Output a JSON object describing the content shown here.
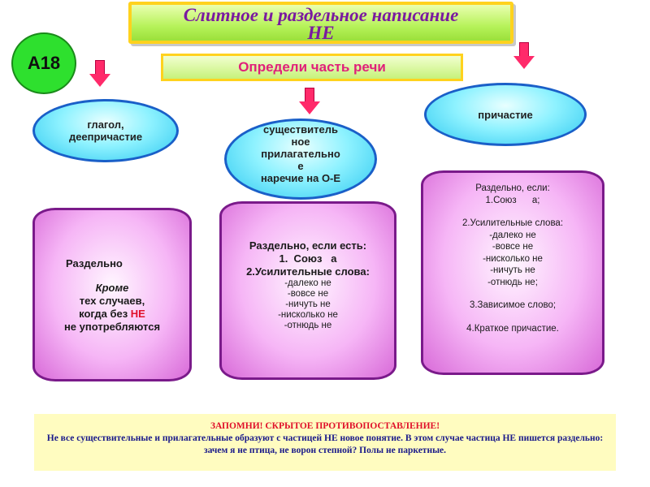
{
  "title": {
    "line1": "Слитное и раздельное написание",
    "line2": "НЕ"
  },
  "badge": "А18",
  "subtitle": "Определи часть речи",
  "colors": {
    "title_text": "#7a1aa0",
    "subtitle_text": "#e0207a",
    "arrow": "#ff2a6a",
    "badge": "#2ee02e",
    "highlight": "#e0102a"
  },
  "ovals": [
    {
      "lines": [
        "глагол,",
        "деепричастие"
      ]
    },
    {
      "lines": [
        "существитель",
        "ное",
        "прилагательно",
        "е",
        "наречие на О-Е"
      ]
    },
    {
      "lines": [
        "причастие"
      ]
    }
  ],
  "boxes": {
    "verb": {
      "heading": "Раздельно",
      "except": "Кроме",
      "line2": "тех случаев,",
      "line3_pre": "когда без ",
      "line3_hl": "НЕ",
      "line4": "не употребляются"
    },
    "noun": {
      "heading": "Раздельно, если есть:",
      "item1": "1.  Союз   а",
      "item2": "2.Усилительные слова:",
      "words": [
        "-далеко не",
        "-вовсе не",
        "-ничуть не",
        "-нисколько не",
        "-отнюдь не"
      ]
    },
    "participle": {
      "heading": "Раздельно, если:",
      "item1": "1.Союз      а;",
      "item2": "2.Усилительные слова:",
      "words": [
        "-далеко не",
        "-вовсе не",
        "-нисколько не",
        "-ничуть не",
        "-отнюдь не;"
      ],
      "item3": "3.Зависимое слово;",
      "item4": "4.Краткое причастие."
    }
  },
  "note": {
    "heading": "ЗАПОМНИ! СКРЫТОЕ ПРОТИВОПОСТАВЛЕНИЕ!",
    "body": "Не все существительные и прилагательные образуют с частицей НЕ новое понятие. В этом случае частица НЕ пишется раздельно: зачем я не птица, не ворон степной? Полы не паркетные."
  }
}
